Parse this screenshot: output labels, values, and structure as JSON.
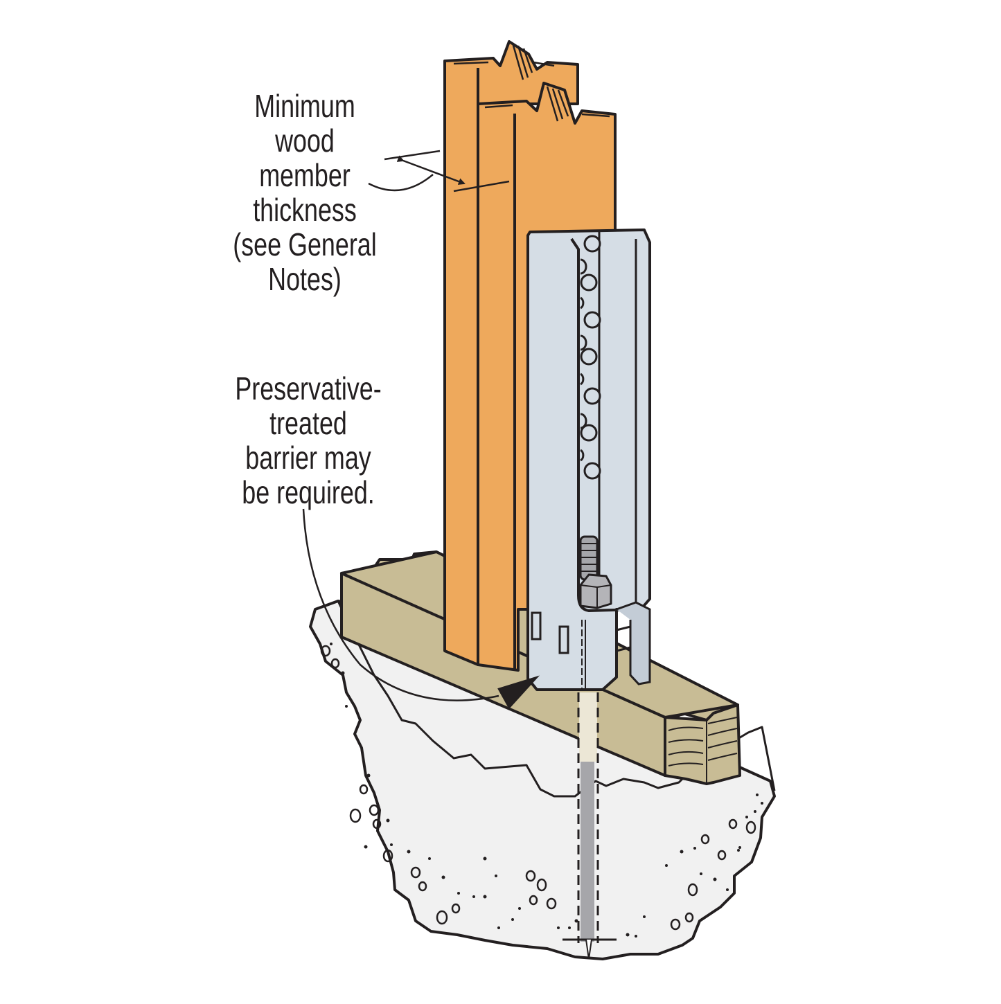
{
  "diagram": {
    "subject": "Wood stud wall holdown bracket anchored to concrete foundation",
    "callouts": [
      {
        "id": "thickness",
        "lines": [
          "Minimum",
          "wood",
          "member",
          "thickness",
          "(see General",
          "Notes)"
        ]
      },
      {
        "id": "barrier",
        "lines": [
          "Preservative-",
          "treated",
          "barrier may",
          "be required."
        ]
      }
    ],
    "components": [
      {
        "name": "wood-studs",
        "count": 2,
        "color": "#EEA95C"
      },
      {
        "name": "sill-plate",
        "color": "#C8BC95"
      },
      {
        "name": "holdown-bracket",
        "color": "#D5DDE5",
        "fastener_count": 7,
        "side_slots": 2
      },
      {
        "name": "anchor-bolt-with-nut",
        "color": "#A6A6AA"
      },
      {
        "name": "concrete-foundation",
        "color": "#F1F1F1"
      }
    ],
    "colors": {
      "outline": "#231f20",
      "wood": "#EEA95C",
      "wood_shade": "#E29A48",
      "sill": "#C8BC95",
      "steel": "#D5DDE5",
      "steel_shade": "#C3CCD6",
      "rod": "#A6A6AA",
      "nut": "#B4B4B8",
      "concrete": "#F1F1F1",
      "rod_sleeve": "#ECE7D6"
    }
  }
}
